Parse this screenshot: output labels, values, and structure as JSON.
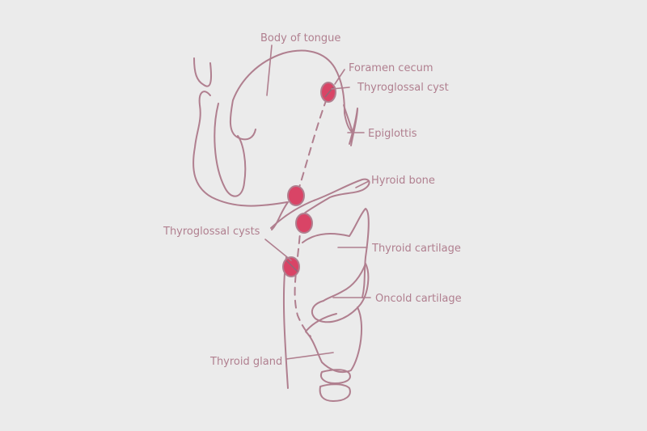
{
  "labels": {
    "body_of_tongue": "Body of tongue",
    "foramen_cecum": "Foramen cecum",
    "thyroglossal_cyst": "Thyroglossal cyst",
    "epiglottis": "Epiglottis",
    "hyoid_bone": "Hyroid bone",
    "thyroglossal_cysts": "Thyroglossal cysts",
    "thyroid_cartilage": "Thyroid cartilage",
    "cricoid_cartilage": "Oncold cartilage",
    "thyroid_gland": "Thyroid gland"
  },
  "colors": {
    "background": "#ebebeb",
    "outline": "#b07f8f",
    "cyst_fill": "#d94466",
    "text": "#b07f8f"
  }
}
